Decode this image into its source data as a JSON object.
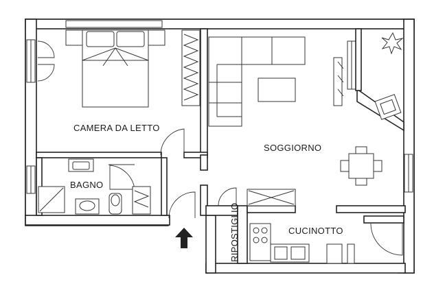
{
  "rooms": {
    "bedroom": "CAMERA DA LETTO",
    "living": "SOGGIORNO",
    "bathroom": "BAGNO",
    "storage": "RIPOSTIGLIO",
    "kitchenette": "CUCINOTTO"
  },
  "icons": {
    "entrance": "arrow-up-icon",
    "compass": "compass-rose-icon"
  },
  "colors": {
    "wall": "#222222",
    "background": "#ffffff"
  }
}
